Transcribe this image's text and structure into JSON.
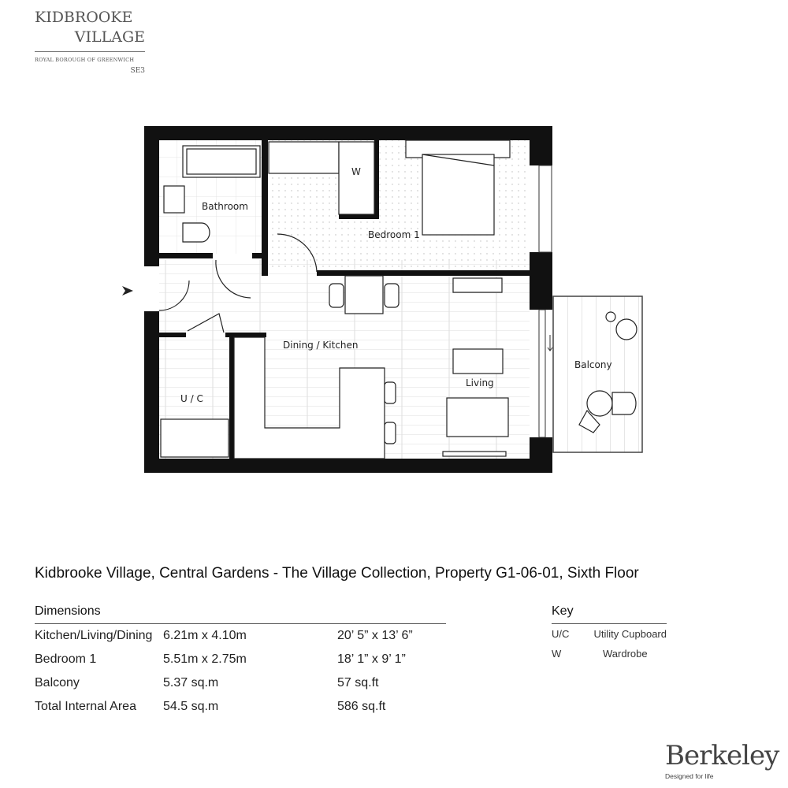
{
  "logo": {
    "line1": "KIDBROOKE",
    "line2": "VILLAGE",
    "subtitle": "ROYAL BOROUGH OF GREENWICH",
    "postcode": "SE3"
  },
  "plan": {
    "rooms": {
      "bathroom": "Bathroom",
      "bedroom": "Bedroom 1",
      "wardrobe": "W",
      "dining_kitchen": "Dining / Kitchen",
      "living": "Living",
      "utility": "U / C",
      "balcony": "Balcony"
    }
  },
  "title": "Kidbrooke Village, Central Gardens - The Village Collection, Property G1-06-01, Sixth Floor",
  "dimensions": {
    "heading": "Dimensions",
    "rows": [
      {
        "room": "Kitchen/Living/Dining",
        "metric": "6.21m x 4.10m",
        "imperial": "20’ 5” x 13’ 6”"
      },
      {
        "room": "Bedroom 1",
        "metric": "5.51m x 2.75m",
        "imperial": "18’ 1” x 9’ 1”"
      },
      {
        "room": "Balcony",
        "metric": "5.37 sq.m",
        "imperial": "57 sq.ft"
      },
      {
        "room": "Total Internal Area",
        "metric": "54.5 sq.m",
        "imperial": "586 sq.ft"
      }
    ]
  },
  "key": {
    "heading": "Key",
    "items": [
      {
        "abbr": "U/C",
        "meaning": "Utility Cupboard"
      },
      {
        "abbr": "W",
        "meaning": "Wardrobe"
      }
    ]
  },
  "brand": {
    "name": "Berkeley",
    "tagline": "Designed for life"
  }
}
